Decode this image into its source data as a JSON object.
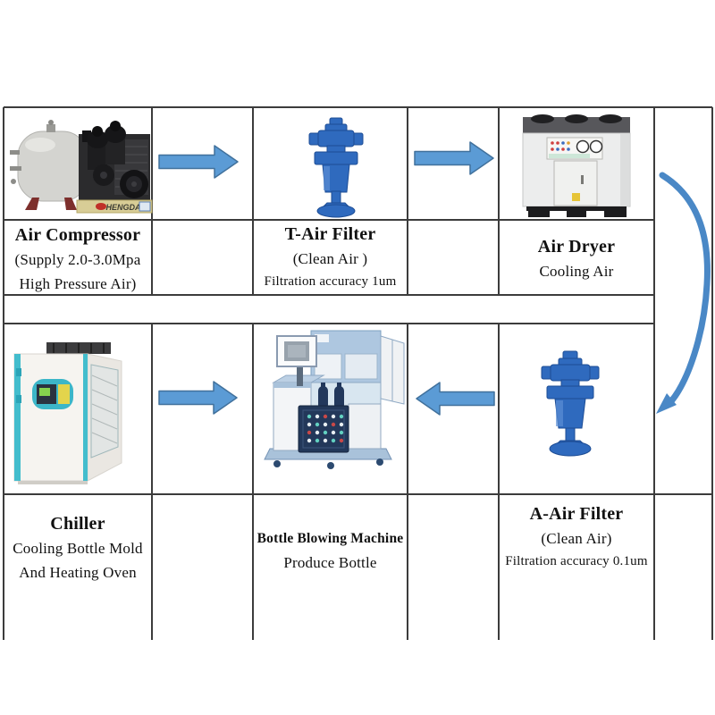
{
  "diagram": {
    "type": "process-flow",
    "cells": {
      "air_compressor": {
        "title": "Air Compressor",
        "line2": "(Supply 2.0-3.0Mpa",
        "line3": "High Pressure Air)"
      },
      "t_air_filter": {
        "title": "T-Air Filter",
        "line2": "(Clean Air )",
        "line3": "Filtration accuracy 1um"
      },
      "air_dryer": {
        "title": "Air Dryer",
        "line2": "Cooling Air"
      },
      "chiller": {
        "title": "Chiller",
        "line2": "Cooling Bottle Mold",
        "line3": "And Heating Oven"
      },
      "bottle_blowing_machine": {
        "title": "Bottle Blowing Machine",
        "line2": "Produce Bottle"
      },
      "a_air_filter": {
        "title": "A-Air Filter",
        "line2": "(Clean Air)",
        "line3": "Filtration accuracy 0.1um"
      }
    },
    "equipment_brand": "HENGDA",
    "flow": [
      "Air Compressor → T-Air Filter",
      "T-Air Filter → Air Dryer",
      "Air Dryer → A-Air Filter",
      "A-Air Filter → Bottle Blowing Machine",
      "Chiller → Bottle Blowing Machine"
    ],
    "colors": {
      "arrow_fill": "#5b9bd5",
      "arrow_stroke": "#41719c",
      "curved_arrow": "#4a88c6",
      "grid_line": "#3c3c3c",
      "filter_blue": "#2f6abe",
      "chiller_teal": "#43bdcd",
      "machine_blue": "#aec7e0",
      "text": "#111111"
    }
  }
}
